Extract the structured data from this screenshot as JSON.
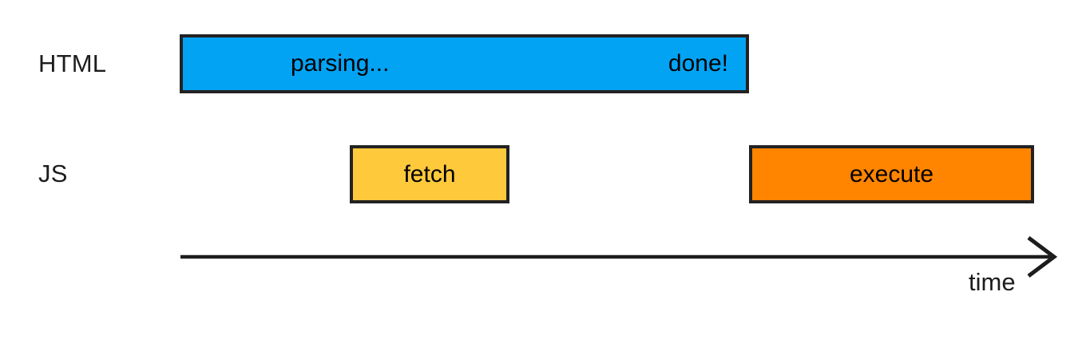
{
  "diagram": {
    "title": "html-parsing-and-script-loading-timeline",
    "background_color": "#ffffff",
    "rows": [
      {
        "label": "HTML",
        "bars": [
          {
            "name": "html-parsing-bar",
            "color": "#03A3F4",
            "border_color": "#222222",
            "left_text": "parsing...",
            "right_text": "done!"
          }
        ]
      },
      {
        "label": "JS",
        "bars": [
          {
            "name": "js-fetch-bar",
            "color": "#FFC93C",
            "border_color": "#222222",
            "text": "fetch"
          },
          {
            "name": "js-execute-bar",
            "color": "#FF8400",
            "border_color": "#222222",
            "text": "execute"
          }
        ]
      }
    ],
    "axis": {
      "label": "time",
      "direction": "right",
      "line_color": "#1d1d1d",
      "arrow_style": "open-chevron"
    }
  }
}
